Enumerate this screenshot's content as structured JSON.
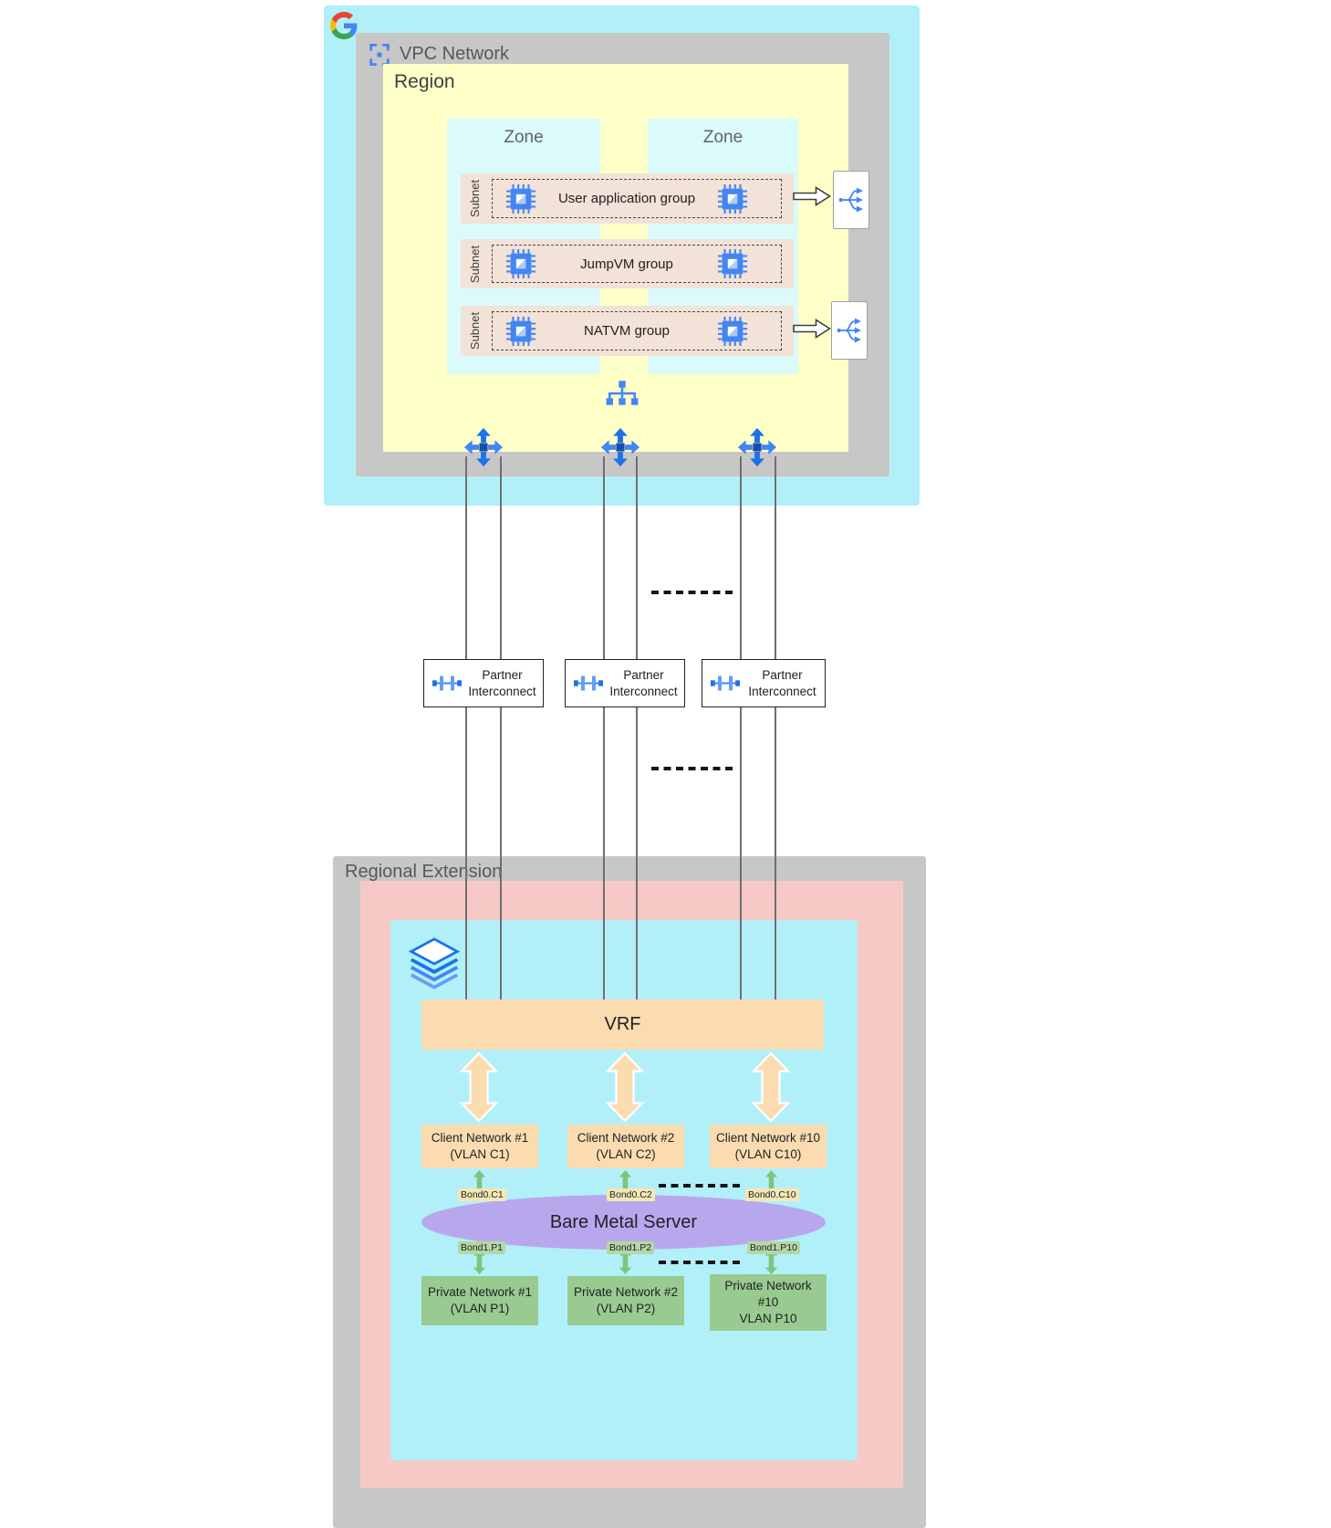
{
  "vpc": {
    "title": "VPC Network",
    "region": {
      "title": "Region",
      "zone1": "Zone",
      "zone2": "Zone",
      "subnet_label": "Subnet",
      "groups": [
        "User application group",
        "JumpVM group",
        "NATVM group"
      ]
    }
  },
  "interconnect": {
    "label": "Partner Interconnect"
  },
  "extension": {
    "title": "Regional Extension",
    "vrf": "VRF",
    "server": "Bare Metal Server",
    "clients": [
      {
        "name": "Client Network #1",
        "vlan": "(VLAN C1)",
        "bond": "Bond0.C1"
      },
      {
        "name": "Client Network #2",
        "vlan": "(VLAN C2)",
        "bond": "Bond0.C2"
      },
      {
        "name": "Client Network #10",
        "vlan": "(VLAN C10)",
        "bond": "Bond0.C10"
      }
    ],
    "privates": [
      {
        "name": "Private Network #1",
        "vlan": "(VLAN P1)",
        "bond": "Bond1.P1"
      },
      {
        "name": "Private Network #2",
        "vlan": "(VLAN P2)",
        "bond": "Bond1.P2"
      },
      {
        "name": "Private Network #10",
        "vlan": "VLAN P10",
        "bond": "Bond1.P10"
      }
    ]
  },
  "icons": {
    "google_logo": "google-g-logo",
    "vpc": "vpc-network-icon",
    "vm": "compute-vm-icon",
    "hub": "network-hub-icon",
    "router": "cloud-router-icon",
    "load_balancer": "load-balancer-icon",
    "interconnect": "partner-interconnect-icon",
    "bare_metal": "layered-stack-icon"
  },
  "colors": {
    "cloud_bg": "#b2f0f9",
    "frame_gray": "#c7c7c7",
    "region_yellow": "#ffffc8",
    "zone_cyan": "#dbfbfb",
    "subnet_pink": "#f3e2d7",
    "tan": "#fbdcb0",
    "purple": "#b7a8ee",
    "green": "#99cb90",
    "icon_blue": "#4285f4"
  }
}
